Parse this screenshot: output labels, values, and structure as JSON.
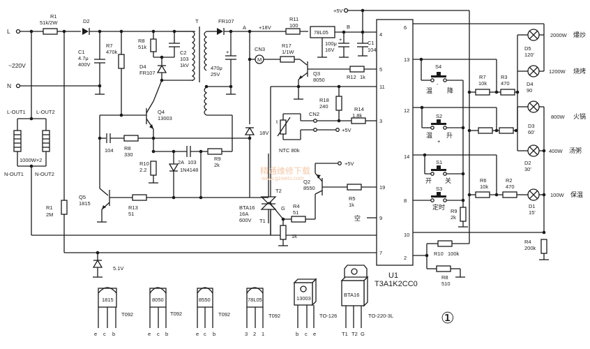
{
  "power": {
    "L": "L",
    "N": "N",
    "ac": "~220V"
  },
  "heaters": {
    "l_out1": "L-OUT1",
    "l_out2": "L-OUT2",
    "n_out1": "N-OUT1",
    "n_out2": "N-OUT2",
    "rating": "1000W×2"
  },
  "components": {
    "R1a": {
      "ref": "R1",
      "value": "51k/2W"
    },
    "R1b": {
      "ref": "R1",
      "value": "2M"
    },
    "D2": {
      "ref": "D2"
    },
    "C1a": {
      "ref": "C1",
      "v1": "4.7μ",
      "v2": "400V"
    },
    "R7a": {
      "ref": "R7",
      "value": "470k"
    },
    "R8a": {
      "ref": "R8",
      "value": "51k"
    },
    "C2": {
      "ref": "C2",
      "v1": "103",
      "v2": "1kV"
    },
    "D4a": {
      "ref": "D4",
      "value": "FR107"
    },
    "T": {
      "ref": "T"
    },
    "FR107": {
      "ref": "FR107"
    },
    "node_A": "A",
    "node_B": "B",
    "v18": "+18V",
    "cap470": {
      "v1": "470μ",
      "v2": "25V"
    },
    "R11": {
      "ref": "R11",
      "value": "100"
    },
    "U78": {
      "ref": "78L05"
    },
    "cap100": {
      "v1": "100μ",
      "v2": "16V"
    },
    "C1b": {
      "ref": "C1",
      "value": "104"
    },
    "v5": "+5V",
    "CN3": {
      "ref": "CN3",
      "symbol": "M"
    },
    "R17": {
      "ref": "R17",
      "value": "1/1W"
    },
    "Q3": {
      "ref": "Q3",
      "value": "8050"
    },
    "R12": {
      "ref": "R12",
      "value": "1k"
    },
    "R18": {
      "ref": "R18",
      "value": "240"
    },
    "R14": {
      "ref": "R14",
      "value": "1.8k"
    },
    "CN2": {
      "ref": "CN2"
    },
    "NTC": {
      "label": "NTC 80k",
      "t": "t"
    },
    "Q4": {
      "ref": "Q4",
      "value": "13003"
    },
    "C104": {
      "value": "104"
    },
    "R8b": {
      "ref": "R8",
      "value": "330"
    },
    "R10a": {
      "ref": "R10",
      "value": "2.2"
    },
    "C2A": {
      "v1": "2A",
      "v2": "103"
    },
    "R9a": {
      "ref": "R9",
      "value": "2k"
    },
    "D1N": {
      "value": "1N4148"
    },
    "Z18": {
      "value": "18V"
    },
    "Q5": {
      "ref": "Q5",
      "value": "1815"
    },
    "R13": {
      "ref": "R13",
      "value": "51"
    },
    "BTA": {
      "v1": "BTA16",
      "v2": "16A",
      "v3": "600V",
      "t1": "T1",
      "t2": "T2",
      "g": "G"
    },
    "R4a": {
      "ref": "R4",
      "value": "51"
    },
    "R1k": {
      "value": "1k"
    },
    "Q2": {
      "ref": "Q2",
      "value": "8550"
    },
    "R5": {
      "ref": "R5",
      "value": "1k"
    },
    "nc": "空",
    "Z51": {
      "value": "5.1V"
    },
    "R10b": {
      "ref": "R10",
      "value": "100k"
    },
    "R8c": {
      "ref": "R8",
      "value": "510"
    },
    "R9b": {
      "ref": "R9",
      "value": "2k"
    },
    "R4b": {
      "ref": "R4",
      "value": "200k"
    },
    "R7b": {
      "ref": "R7",
      "value": "10k"
    },
    "R3": {
      "ref": "R3",
      "value": "470"
    },
    "R6": {
      "ref": "R6",
      "value": "10k"
    },
    "R2": {
      "ref": "R2",
      "value": "470"
    }
  },
  "ic": {
    "ref": "U1",
    "part": "T3A1K2CC0",
    "pins_left": [
      "4",
      "5",
      "11",
      "3",
      "19",
      "9",
      "7"
    ],
    "pins_right": [
      "6",
      "13",
      "12",
      "14",
      "8",
      "10",
      "2"
    ]
  },
  "switches": [
    {
      "ref": "S4",
      "l": "温",
      "m": "-",
      "r": "降"
    },
    {
      "ref": "S2",
      "l": "温",
      "m": "+",
      "r": "升"
    },
    {
      "ref": "S1",
      "l": "开",
      "r": "关"
    },
    {
      "ref": "S3",
      "l": "定时"
    }
  ],
  "leds": [
    {
      "ref": "D5",
      "angle": "120'",
      "power": "2000W",
      "mode": "爆炒"
    },
    {
      "ref": "D4",
      "angle": "90",
      "power": "1200W",
      "mode": "烧烤"
    },
    {
      "ref": "D3",
      "angle": "60'",
      "power": "800W",
      "mode": "火锅"
    },
    {
      "ref": "D2",
      "angle": "30'",
      "power": "400W",
      "mode": "汤粥"
    },
    {
      "ref": "D1",
      "angle": "15'",
      "power": "100W",
      "mode": "保温"
    }
  ],
  "packages": [
    {
      "name": "1815",
      "pkg": "T092",
      "pins": [
        "e",
        "c",
        "b"
      ]
    },
    {
      "name": "8050",
      "pkg": "T092",
      "pins": [
        "e",
        "c",
        "b"
      ]
    },
    {
      "name": "8550",
      "pkg": "T092",
      "pins": [
        "e",
        "c",
        "b"
      ]
    },
    {
      "name": "78L05",
      "pkg": "T092",
      "pins": [
        "3",
        "2",
        "1"
      ]
    },
    {
      "name": "13003",
      "pkg": "TO-126",
      "pins": [
        "b",
        "c",
        "e"
      ]
    },
    {
      "name": "BTA16",
      "pkg": "TO-220-3L",
      "pins": [
        "T1",
        "T2",
        "G"
      ]
    }
  ],
  "figure_no": "①",
  "watermark": {
    "cn": "精通维修下载",
    "url": "www.gzweix.com"
  }
}
